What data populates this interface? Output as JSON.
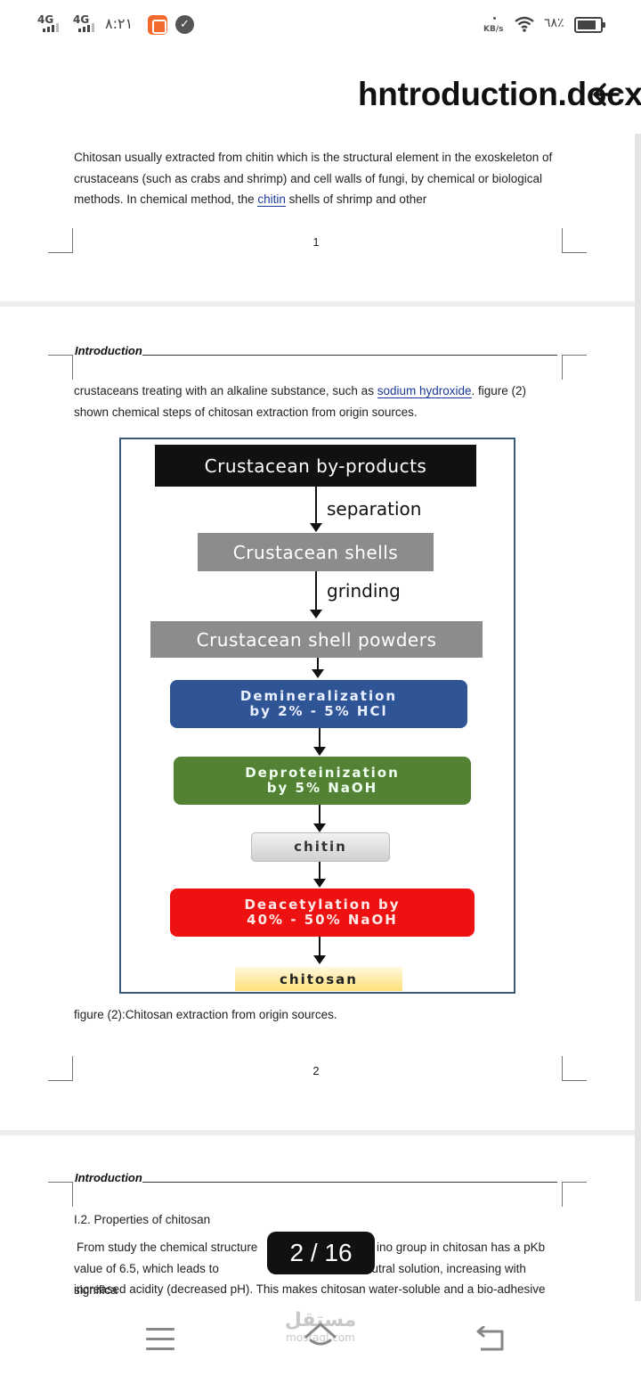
{
  "status_bar": {
    "network_1": "4G",
    "network_2": "4G",
    "time": "٨:٢١",
    "speed_unit": "KB/s",
    "battery": "٦٨٪"
  },
  "title_bar": {
    "document_title": "hntroduction.docx"
  },
  "page1": {
    "paragraph_before_chitin": "Chitosan usually extracted from chitin which is the structural element in the exoskeleton of crustaceans (such as crabs and shrimp) and cell walls of fungi, by chemical or biological methods. In chemical method, the ",
    "link_chitin": "chitin",
    "paragraph_after_chitin": " shells of shrimp and other",
    "page_number": "1"
  },
  "page2": {
    "header": "Introduction",
    "paragraph_before_link": "crustaceans treating with an alkaline substance, such as ",
    "link_sodium_hydroxide": "sodium hydroxide",
    "paragraph_after_link": ". figure (2) shown chemical steps of chitosan extraction from origin sources.",
    "figure_caption": "figure (2):Chitosan extraction from origin sources.",
    "page_number": "2",
    "flowchart": {
      "step_1": "Crustacean by-products",
      "arrow_1_label": "separation",
      "step_2": "Crustacean shells",
      "arrow_2_label": "grinding",
      "step_3": "Crustacean shell powders",
      "step_4_line1": "Demineralization",
      "step_4_line2": "by 2% - 5% HCl",
      "step_5_line1": "Deproteinization",
      "step_5_line2": "by 5% NaOH",
      "step_6": "chitin",
      "step_7_line1": "Deacetylation by",
      "step_7_line2": "40% - 50% NaOH",
      "step_8": "chitosan",
      "colors": {
        "dark": "#111111",
        "gray": "#8c8c8c",
        "blue": "#2f5597",
        "green": "#548235",
        "red": "#ee1111",
        "yellow": "#ffe07a"
      }
    }
  },
  "page3": {
    "header": "Introduction",
    "section_heading": "I.2. Properties of chitosan",
    "paragraph_line1_left": "From study the chemical structure",
    "paragraph_line1_right": "ino group in chitosan has a pKb",
    "paragraph_line2_left": "value of 6.5, which leads to significa",
    "paragraph_line2_right": "eutral solution, increasing with",
    "paragraph_line3": "increased acidity (decreased pH). This makes chitosan water-soluble and a bio-adhesive"
  },
  "page_counter": "2 / 16",
  "watermark": {
    "arabic": "مستقل",
    "latin": "mostaql.com"
  },
  "nav_bar": {
    "icons": [
      "menu-icon",
      "home-icon",
      "back-icon"
    ]
  }
}
